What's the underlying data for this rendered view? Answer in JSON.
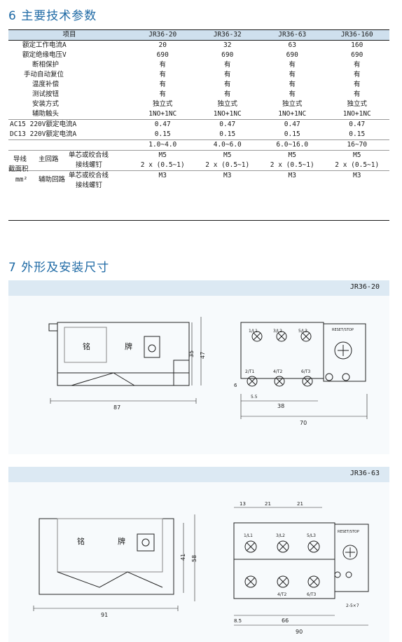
{
  "section6": {
    "title": "6 主要技术参数",
    "header": [
      "项目",
      "JR36-20",
      "JR36-32",
      "JR36-63",
      "JR36-160"
    ],
    "rows": [
      {
        "label": "额定工作电流A",
        "values": [
          "20",
          "32",
          "63",
          "160"
        ]
      },
      {
        "label": "额定绝缘电压V",
        "values": [
          "690",
          "690",
          "690",
          "690"
        ]
      },
      {
        "label": "断相保护",
        "values": [
          "有",
          "有",
          "有",
          "有"
        ]
      },
      {
        "label": "手动自动复位",
        "values": [
          "有",
          "有",
          "有",
          "有"
        ]
      },
      {
        "label": "温度补偿",
        "values": [
          "有",
          "有",
          "有",
          "有"
        ]
      },
      {
        "label": "测试按钮",
        "values": [
          "有",
          "有",
          "有",
          "有"
        ]
      },
      {
        "label": "安装方式",
        "values": [
          "独立式",
          "独立式",
          "独立式",
          "独立式"
        ]
      },
      {
        "label": "辅助触头",
        "values": [
          "1NO+1NC",
          "1NO+1NC",
          "1NO+1NC",
          "1NO+1NC"
        ]
      },
      {
        "label": "AC15 220V额定电流A",
        "values": [
          "0.47",
          "0.47",
          "0.47",
          "0.47"
        ]
      },
      {
        "label": "DC13 220V额定电流A",
        "values": [
          "0.15",
          "0.15",
          "0.15",
          "0.15"
        ]
      },
      {
        "label": "",
        "values": [
          "1.0~4.0",
          "4.0~6.0",
          "6.0~16.0",
          "16~70"
        ]
      }
    ],
    "group": {
      "label_a": "导线",
      "label_b": "截面积",
      "label_c": "mm²",
      "main": "主回路",
      "aux": "辅助回路",
      "sub_core": "单芯或绞合线",
      "sub_screw": "接线螺钉",
      "main_core": [
        "M5",
        "M5",
        "M5",
        "M5"
      ],
      "main_screw": [
        "2 x (0.5~1)",
        "2 x (0.5~1)",
        "2 x (0.5~1)",
        "2 x (0.5~1)"
      ],
      "aux_core": [
        "M3",
        "M3",
        "M3",
        "M3"
      ]
    }
  },
  "section7": {
    "title": "7 外形及安装尺寸",
    "models": [
      "JR36-20",
      "JR36-63"
    ],
    "nameplate": [
      "铭",
      "牌"
    ],
    "reset_label": "RESET/STOP",
    "d1": {
      "width": "87",
      "h1": "35",
      "h2": "47",
      "front_mount": "38",
      "front_width": "70",
      "pitch_a": "6",
      "pitch_b": "5.5",
      "terms_top": [
        "1/L1",
        "3/L2",
        "5/L3"
      ],
      "terms_bot": [
        "2/T1",
        "4/T2",
        "6/T3"
      ]
    },
    "d2": {
      "width": "91",
      "h1": "41",
      "h2": "58",
      "front_mount": "66",
      "front_width": "90",
      "left": "8.5",
      "screw": "2-5×7",
      "spacing": [
        "13",
        "21",
        "21"
      ],
      "terms_top": [
        "1/L1",
        "3/L2",
        "5/L3"
      ],
      "terms_bot": [
        "4/T2",
        "6/T3"
      ]
    }
  }
}
